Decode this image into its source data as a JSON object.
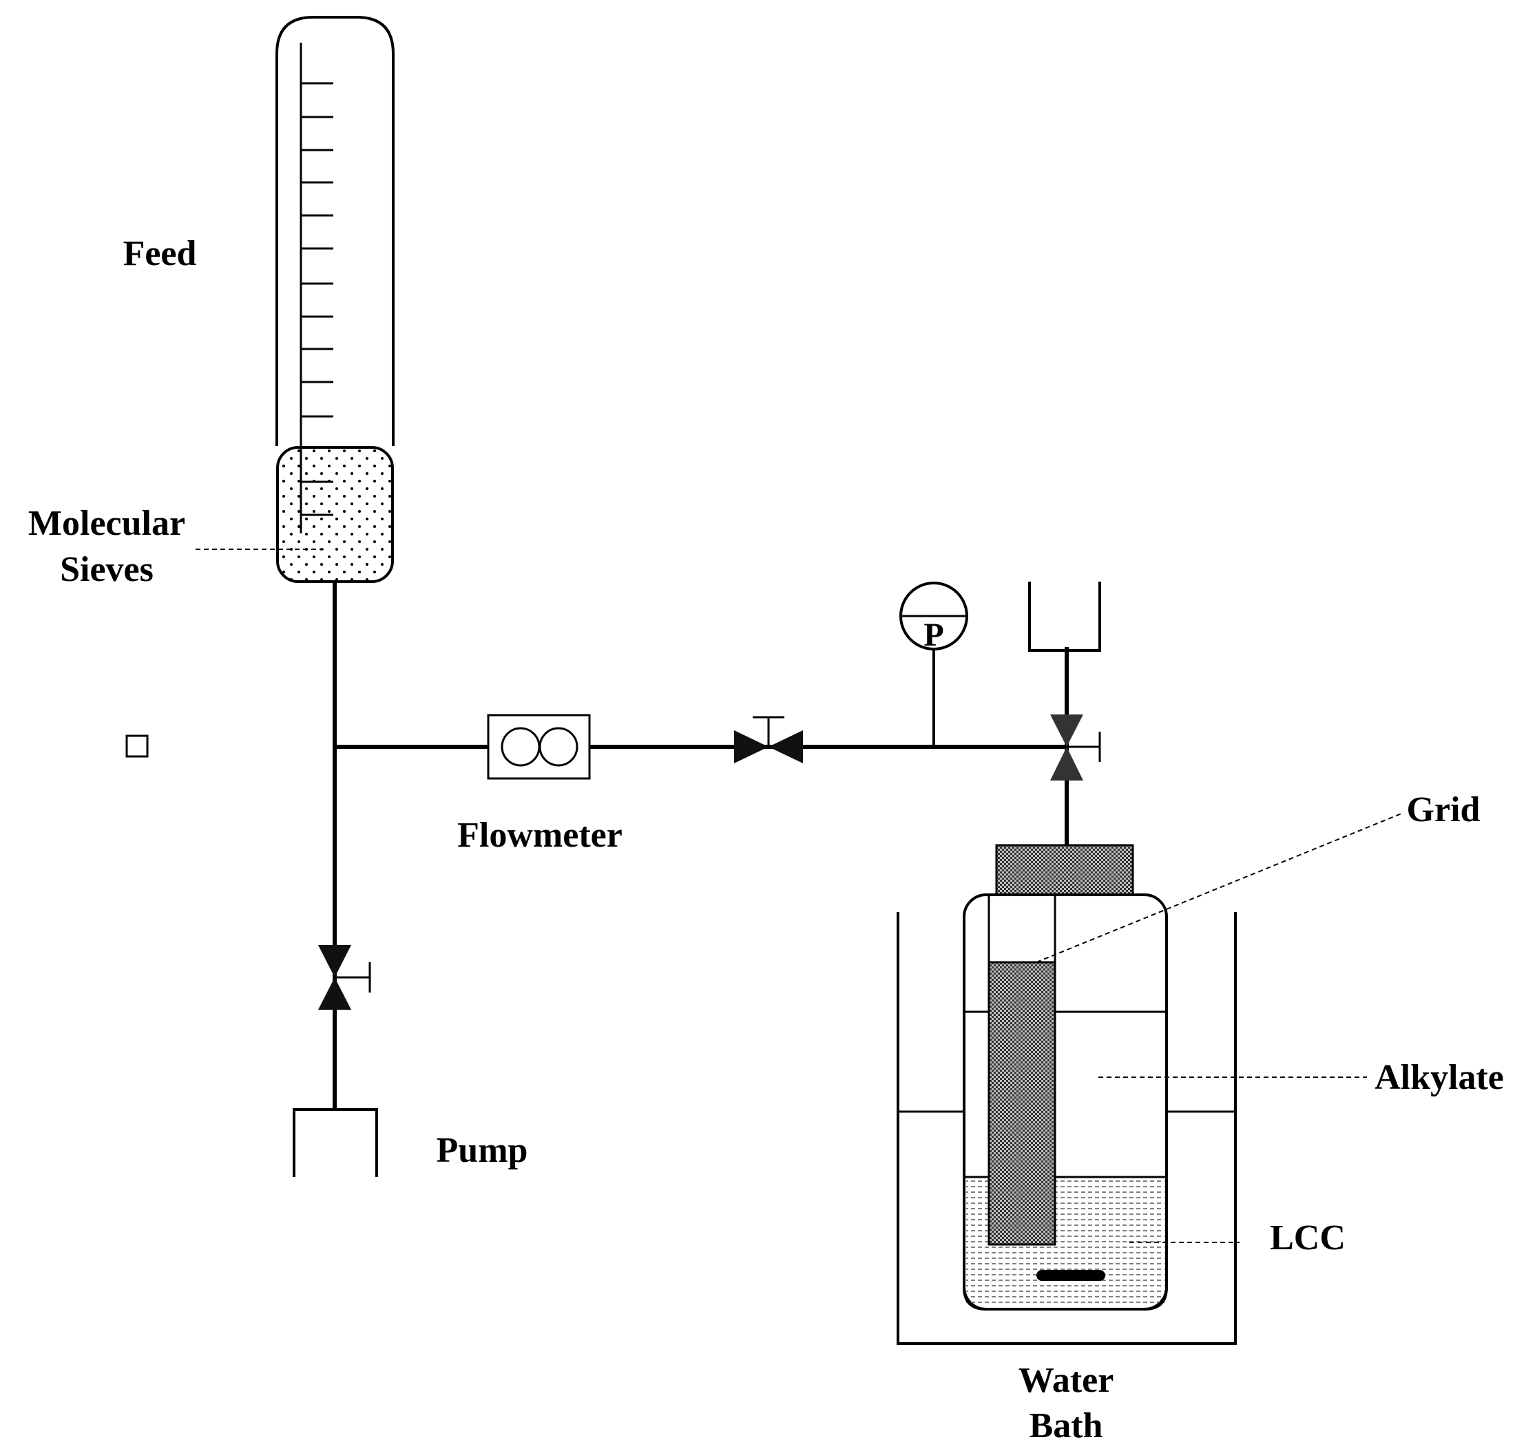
{
  "labels": {
    "feed": "Feed",
    "molecular_sieves_line1": "Molecular",
    "molecular_sieves_line2": "Sieves",
    "flowmeter": "Flowmeter",
    "pump": "Pump",
    "pressure_gauge": "P",
    "grid": "Grid",
    "alkylate": "Alkylate",
    "lcc": "LCC",
    "water_bath_line1": "Water",
    "water_bath_line2": "Bath"
  },
  "colors": {
    "line": "#000000",
    "background": "#ffffff",
    "grid_fill": "#7a7a7a",
    "valve_fill": "#111111",
    "right_valve_fill": "#333333"
  }
}
